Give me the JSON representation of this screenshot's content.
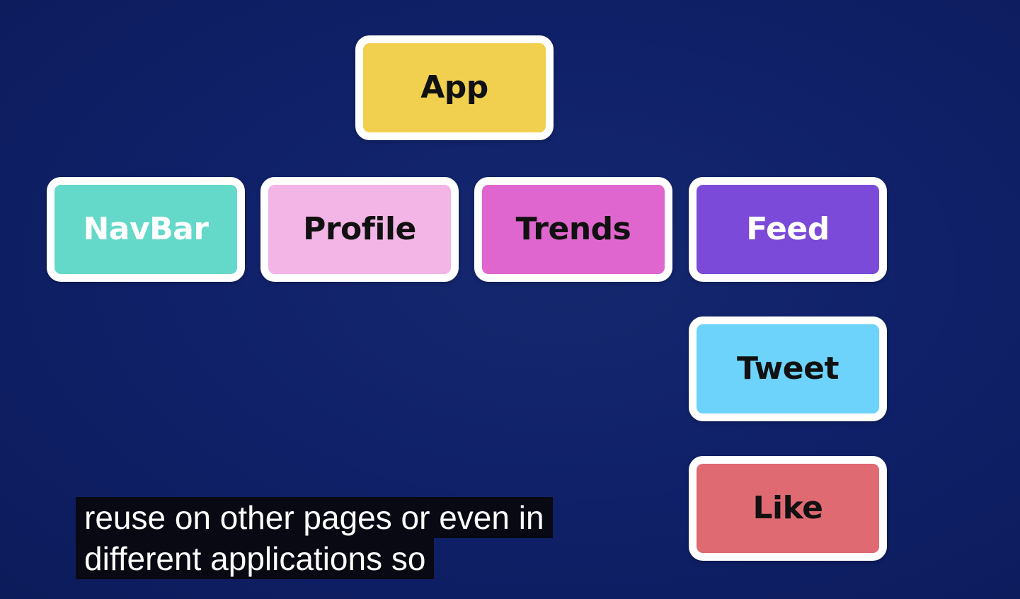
{
  "diagram": {
    "nodes": [
      {
        "id": "app",
        "label": "App",
        "fill": "#f0d04e",
        "text_color": "#111111"
      },
      {
        "id": "navbar",
        "label": "NavBar",
        "fill": "#64d8c9",
        "text_color": "#ffffff"
      },
      {
        "id": "profile",
        "label": "Profile",
        "fill": "#f2b5e6",
        "text_color": "#111111"
      },
      {
        "id": "trends",
        "label": "Trends",
        "fill": "#e066cf",
        "text_color": "#111111"
      },
      {
        "id": "feed",
        "label": "Feed",
        "fill": "#7b4ad8",
        "text_color": "#ffffff"
      },
      {
        "id": "tweet",
        "label": "Tweet",
        "fill": "#6dd3fa",
        "text_color": "#111111"
      },
      {
        "id": "like",
        "label": "Like",
        "fill": "#e06a72",
        "text_color": "#111111"
      }
    ],
    "background": "#10216a",
    "node_border": "#ffffff"
  },
  "caption": {
    "line1": "reuse on other pages or even in",
    "line2": "different applications so"
  }
}
